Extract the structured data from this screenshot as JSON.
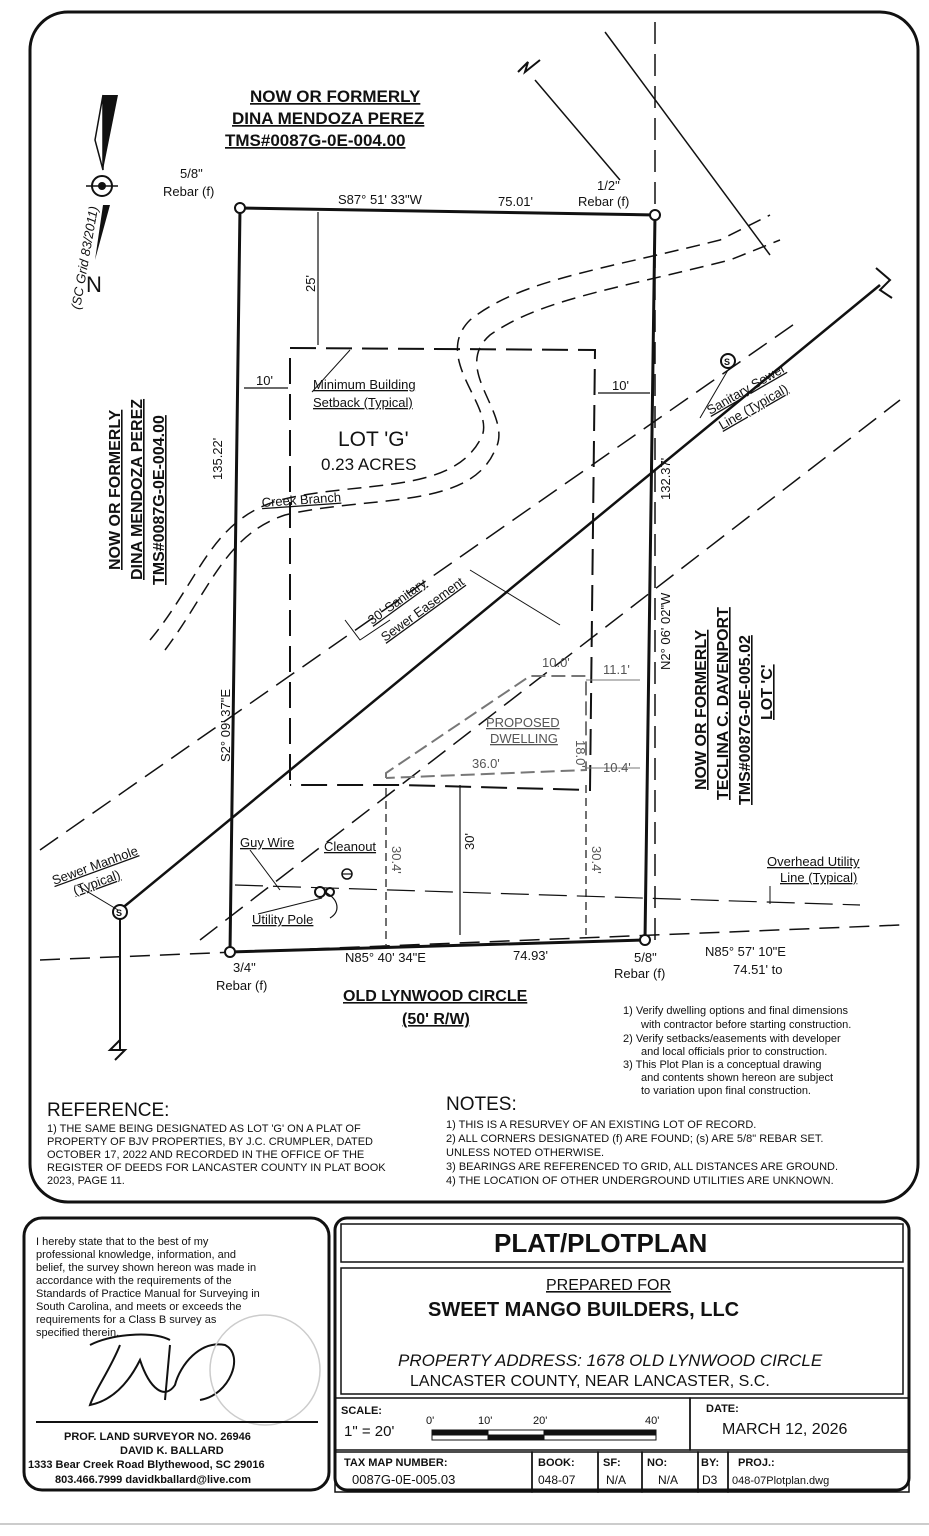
{
  "north": {
    "grid_label": "(SC Grid 83/2011)",
    "letter": "N"
  },
  "adjoiners": {
    "top": [
      "NOW OR FORMERLY",
      "DINA MENDOZA PEREZ",
      "TMS#0087G-0E-004.00"
    ],
    "left": [
      "NOW OR FORMERLY",
      "DINA MENDOZA PEREZ",
      "TMS#0087G-0E-004.00"
    ],
    "right": [
      "NOW OR FORMERLY",
      "TECLINA C. DAVENPORT",
      "TMS#0087G-0E-005.02",
      "LOT 'C'"
    ]
  },
  "corners": {
    "nw": [
      "5/8\"",
      "Rebar (f)"
    ],
    "ne": [
      "1/2\"",
      "Rebar (f)"
    ],
    "sw": [
      "3/4\"",
      "Rebar (f)"
    ],
    "se": [
      "5/8\"",
      "Rebar (f)"
    ]
  },
  "bearings": {
    "north": "S87° 51' 33\"W",
    "north_dist": "75.01'",
    "west": "S2° 09' 37\"E",
    "west_dist": "135.22'",
    "east": "N2° 06' 02\"W",
    "east_dist": "132.37'",
    "south": "N85° 40' 34\"E",
    "south_dist": "74.93'",
    "south_ext": "N85° 57' 10\"E",
    "south_ext_dist": "74.51' to"
  },
  "lot": {
    "name": "LOT 'G'",
    "area": "0.23 ACRES"
  },
  "labels": {
    "setback": [
      "Minimum Building",
      "Setback (Typical)"
    ],
    "creek": "Creek Branch",
    "easement": [
      "30' Sanitary",
      "Sewer Easement"
    ],
    "sewer_line": [
      "Sanitary Sewer",
      "Line (Typical)"
    ],
    "manhole": [
      "Sewer Manhole",
      "(Typical)"
    ],
    "guy_wire": "Guy Wire",
    "cleanout": "Cleanout",
    "utility_pole": "Utility Pole",
    "overhead": [
      "Overhead Utility",
      "Line (Typical)"
    ],
    "dwelling": [
      "PROPOSED",
      "DWELLING"
    ],
    "sewer_symbol": "S"
  },
  "dims": {
    "front_setback": "25'",
    "left_setback": "10'",
    "right_setback": "10'",
    "d10_0": "10.0'",
    "d11_1": "11.1'",
    "d18_0": "18.0'",
    "d36_0": "36.0'",
    "d10_4": "10.4'",
    "d30_4_left": "30.4'",
    "d30": "30'",
    "d30_4_right": "30.4'"
  },
  "street": {
    "name": "OLD LYNWOOD CIRCLE",
    "row": "(50' R/W)"
  },
  "side_notes": [
    "1) Verify dwelling options and final dimensions",
    "with contractor before starting construction.",
    "2) Verify setbacks/easements with developer",
    "and local officials prior to construction.",
    "3) This Plot Plan is a conceptual drawing",
    "and contents shown hereon are subject",
    "to variation upon final construction."
  ],
  "reference": {
    "title": "REFERENCE:",
    "lines": [
      "1) THE SAME BEING DESIGNATED AS LOT 'G' ON A PLAT OF",
      "PROPERTY OF BJV PROPERTIES, BY J.C. CRUMPLER, DATED",
      "OCTOBER 17, 2022 AND RECORDED IN THE OFFICE OF THE",
      "REGISTER OF DEEDS FOR LANCASTER COUNTY IN PLAT BOOK",
      "2023, PAGE 11."
    ]
  },
  "notes": {
    "title": "NOTES:",
    "lines": [
      "1) THIS IS A RESURVEY OF AN EXISTING LOT OF RECORD.",
      "2) ALL CORNERS DESIGNATED (f) ARE FOUND; (s) ARE 5/8\" REBAR SET.",
      "UNLESS NOTED OTHERWISE.",
      "3) BEARINGS ARE REFERENCED TO GRID, ALL DISTANCES ARE GROUND.",
      "4) THE LOCATION OF OTHER UNDERGROUND UTILITIES ARE UNKNOWN."
    ]
  },
  "certification": {
    "lines": [
      "I hereby state that to the best of my",
      "professional knowledge, information, and",
      "belief, the survey shown hereon was made in",
      "accordance with the requirements of the",
      "Standards of Practice Manual for Surveying in",
      "South Carolina, and meets or exceeds the",
      "requirements for a Class B survey as",
      "specified therein."
    ],
    "surveyor_no": "PROF. LAND SURVEYOR NO. 26946",
    "surveyor_name": "DAVID K. BALLARD",
    "address": "1333 Bear Creek Road  Blythewood, SC 29016",
    "contact": "803.466.7999   davidkballard@live.com"
  },
  "title_block": {
    "title": "PLAT/PLOTPLAN",
    "prepared_for": "PREPARED FOR",
    "client": "SWEET MANGO BUILDERS, LLC",
    "property_address": "PROPERTY ADDRESS: 1678 OLD LYNWOOD CIRCLE",
    "county": "LANCASTER COUNTY, NEAR LANCASTER, S.C."
  },
  "scale": {
    "label": "SCALE:",
    "value": "1\" = 20'",
    "ticks": [
      "0'",
      "10'",
      "20'",
      "40'"
    ]
  },
  "date": {
    "label": "DATE:",
    "value": "MARCH 12, 2026"
  },
  "fields": {
    "tax_map_label": "TAX MAP NUMBER:",
    "tax_map": "0087G-0E-005.03",
    "book_label": "BOOK:",
    "book": "048-07",
    "sf_label": "SF:",
    "sf": "N/A",
    "no_label": "NO:",
    "no": "N/A",
    "by_label": "BY:",
    "by": "D3",
    "proj_label": "PROJ.:",
    "proj": "048-07Plotplan.dwg"
  }
}
